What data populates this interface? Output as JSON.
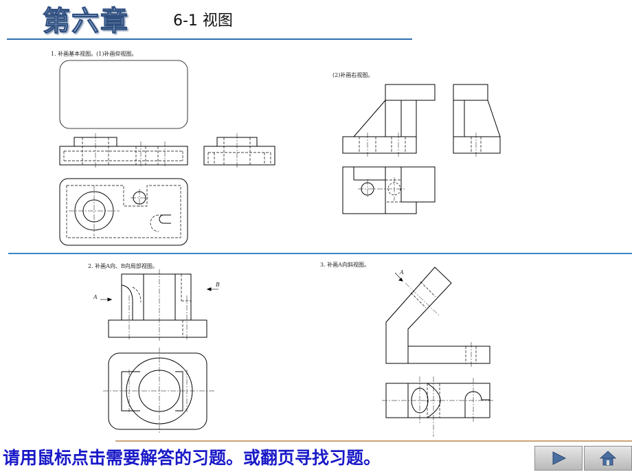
{
  "header": {
    "chapter": "第六章",
    "section": "6-1 视图"
  },
  "exercises": {
    "ex1_label": "1. 补画基本视图。(1)补画仰视图。",
    "ex1_sub2_label": "(2)补画右视图。",
    "ex2_label": "2. 补画A向、B向局部视图。",
    "ex3_label": "3. 补画A向斜视图。"
  },
  "arrows": {
    "a_label": "A",
    "b_label": "B",
    "a3_label": "A"
  },
  "footer": {
    "instruction": "请用鼠标点击需要解答的习题。或翻页寻找习题。"
  },
  "nav": {
    "next_icon": "play-triangle",
    "home_icon": "house"
  },
  "colors": {
    "header_rule": "#2e6fb0",
    "footer_text": "#1919c8",
    "nav_icon": "#4a6fa0"
  }
}
